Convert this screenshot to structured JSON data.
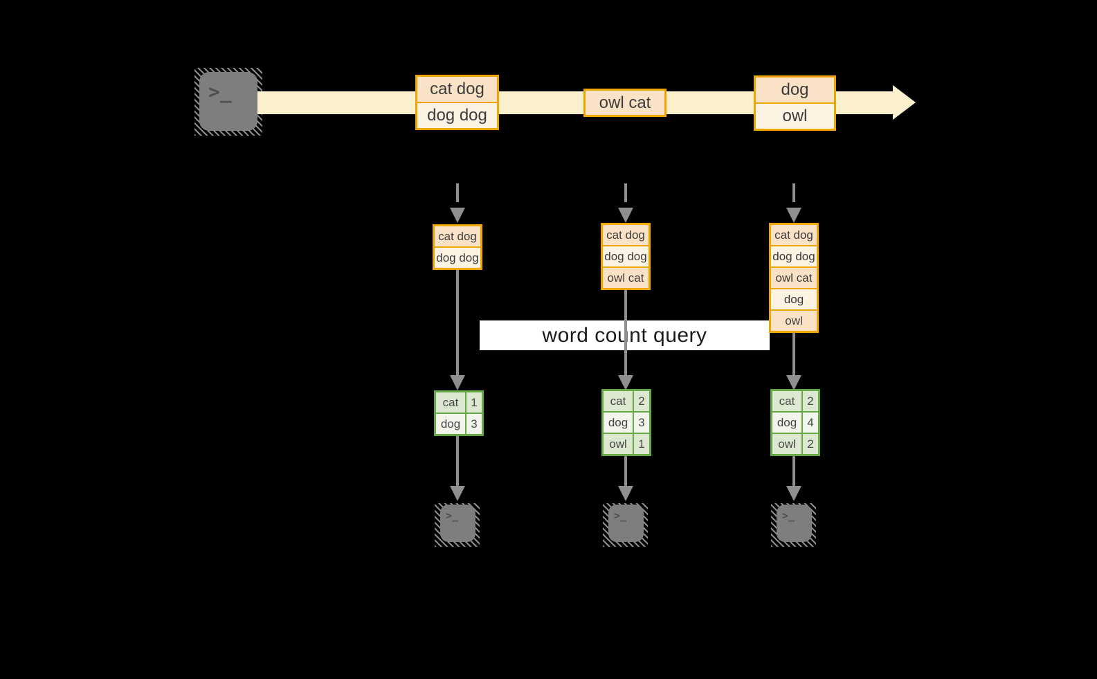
{
  "query": {
    "label": "word count query"
  },
  "icons": {
    "terminal_prompt_glyph": ">_"
  },
  "stream": {
    "events": [
      {
        "lines": [
          "cat dog",
          "dog dog"
        ]
      },
      {
        "lines": [
          "owl cat"
        ]
      },
      {
        "lines": [
          "dog",
          "owl"
        ]
      }
    ]
  },
  "columns": [
    {
      "buffer": [
        "cat dog",
        "dog dog"
      ],
      "counts": [
        {
          "word": "cat",
          "count": "1"
        },
        {
          "word": "dog",
          "count": "3"
        }
      ]
    },
    {
      "buffer": [
        "cat dog",
        "dog dog",
        "owl cat"
      ],
      "counts": [
        {
          "word": "cat",
          "count": "2"
        },
        {
          "word": "dog",
          "count": "3"
        },
        {
          "word": "owl",
          "count": "1"
        }
      ]
    },
    {
      "buffer": [
        "cat dog",
        "dog dog",
        "owl cat",
        "dog",
        "owl"
      ],
      "counts": [
        {
          "word": "cat",
          "count": "2"
        },
        {
          "word": "dog",
          "count": "4"
        },
        {
          "word": "owl",
          "count": "2"
        }
      ]
    }
  ],
  "colors": {
    "background": "#000000",
    "stream_band": "#FAF0CE",
    "cell_peach": "#FAE2C6",
    "cell_cream": "#FDF3E3",
    "orange_border": "#F0A500",
    "green_border": "#66A843",
    "green_row_dark": "#DCE8D0",
    "green_row_light": "#F1F5EC",
    "arrow_gray": "#8F8F8F",
    "terminal_gray": "#7E7E7E"
  }
}
